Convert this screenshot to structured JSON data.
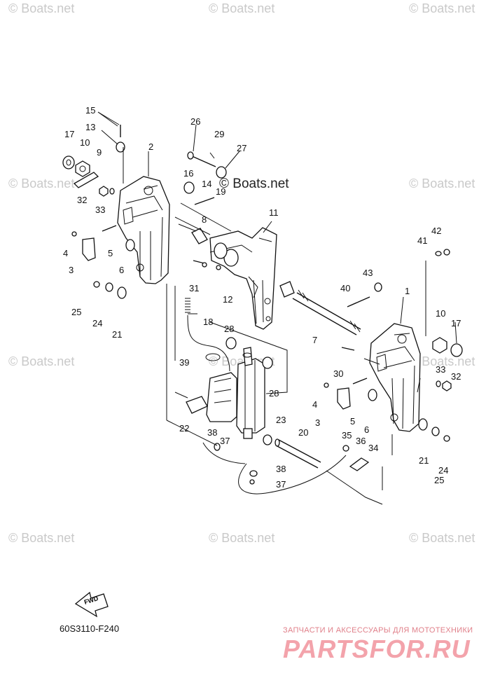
{
  "watermark": "© Boats.net",
  "diagram_code": "60S3110-F240",
  "fwd_label": "FWD",
  "brand": {
    "tagline": "ЗАПЧАСТИ И АКСЕССУАРЫ ДЛЯ МОТОТЕХНИКИ",
    "name": "PARTSFOR.RU"
  },
  "callouts": [
    "15",
    "17",
    "13",
    "10",
    "9",
    "2",
    "26",
    "29",
    "27",
    "16",
    "14",
    "19",
    "32",
    "33",
    "8",
    "11",
    "4",
    "5",
    "3",
    "6",
    "31",
    "12",
    "42",
    "41",
    "43",
    "40",
    "1",
    "25",
    "24",
    "21",
    "18",
    "28",
    "7",
    "10",
    "17",
    "39",
    "28",
    "30",
    "33",
    "32",
    "4",
    "5",
    "3",
    "6",
    "22",
    "23",
    "20",
    "38",
    "37",
    "35",
    "36",
    "34",
    "21",
    "24",
    "25",
    "38",
    "37"
  ]
}
